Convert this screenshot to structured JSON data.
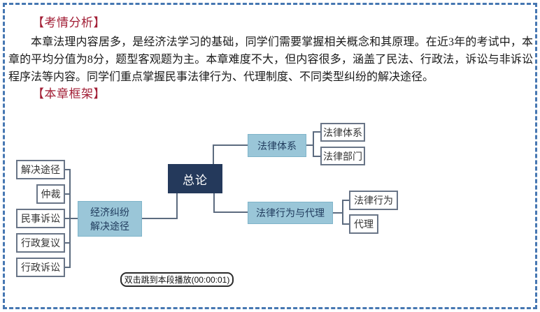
{
  "analysis": {
    "header": "【考情分析】",
    "body": "本章法理内容居多，是经济法学习的基础，同学们需要掌握相关概念和其原理。在近3年的考试中，本章的平均分值为8分，题型客观题为主。本章难度不大，但内容很多，涵盖了民法、行政法，诉讼与非诉讼程序法等内容。同学们重点掌握民事法律行为、代理制度、不同类型纠纷的解决途径。"
  },
  "framework": {
    "header": "【本章框架】"
  },
  "mindmap": {
    "root": {
      "label": "总论"
    },
    "left_branch": {
      "hub": {
        "label_line1": "经济纠纷",
        "label_line2": "解决途径"
      },
      "leaves": [
        {
          "label": "解决途径"
        },
        {
          "label": "仲裁"
        },
        {
          "label": "民事诉讼"
        },
        {
          "label": "行政复议"
        },
        {
          "label": "行政诉讼"
        }
      ]
    },
    "right_branches": [
      {
        "hub": {
          "label": "法律体系"
        },
        "leaves": [
          {
            "label": "法律体系"
          },
          {
            "label": "法律部门"
          }
        ]
      },
      {
        "hub": {
          "label": "法律行为与代理"
        },
        "leaves": [
          {
            "label": "法律行为"
          },
          {
            "label": "代理"
          }
        ]
      }
    ]
  },
  "caption": {
    "text": "双击跳到本段播放(00:00:01)"
  },
  "colors": {
    "frame_border": "#4677B2",
    "heading_red": "#A21E35",
    "body_text": "#1A1A1A",
    "node_fill_teal": "#9AC6D8",
    "node_border_teal": "#7FB4C9",
    "node_fill_navy": "#24395B",
    "node_border_gray": "#697587",
    "connector_gray": "#5C6B7F"
  }
}
